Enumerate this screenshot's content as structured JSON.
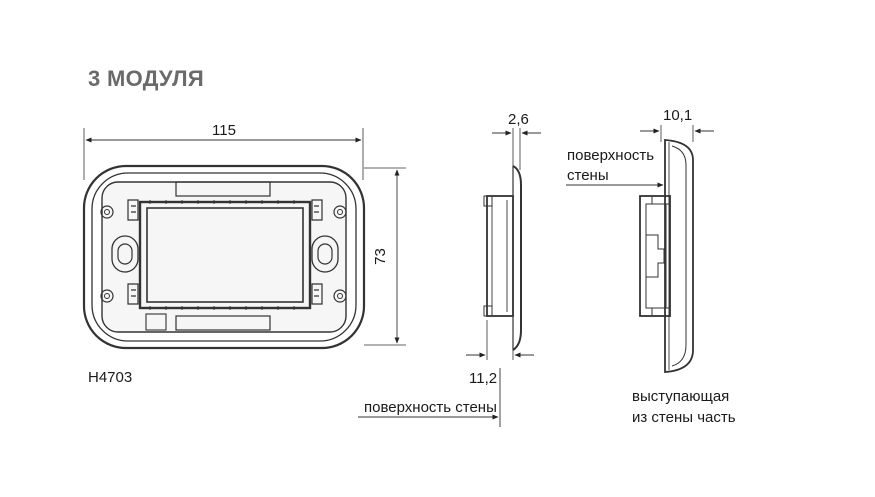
{
  "title": "3 МОДУЛЯ",
  "product_code": "H4703",
  "front_view": {
    "width_dim": "115",
    "height_dim": "73"
  },
  "side_view_thin": {
    "top_dim": "2,6",
    "bottom_dim": "11,2",
    "wall_label": "поверхность стены"
  },
  "side_view_thick": {
    "top_dim": "10,1",
    "wall_label_line1": "поверхность",
    "wall_label_line2": "стены",
    "protrude_label_line1": "выступающая",
    "protrude_label_line2": "из стены часть"
  }
}
